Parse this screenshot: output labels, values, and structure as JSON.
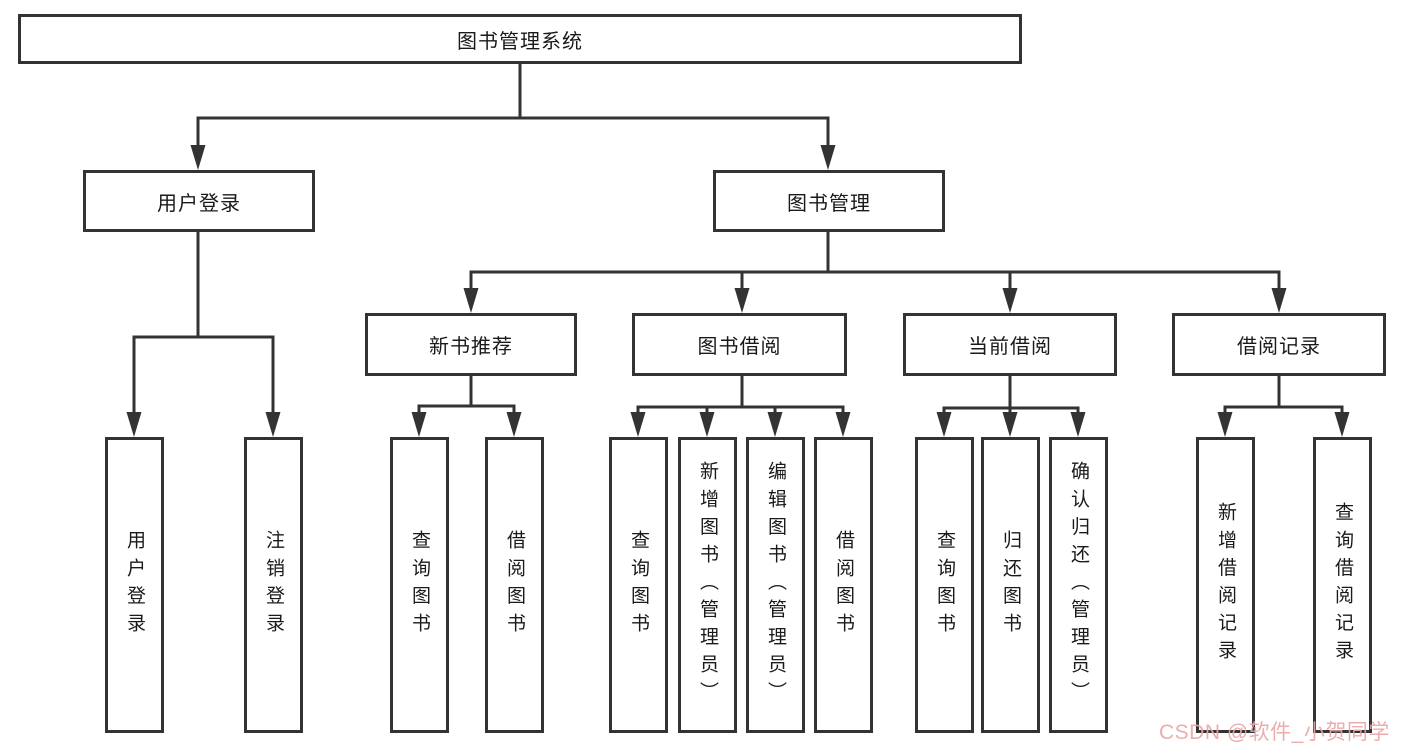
{
  "diagram": {
    "title": "图书管理系统",
    "nodes": {
      "root": "图书管理系统",
      "user_login": "用户登录",
      "book_mgmt": "图书管理",
      "new_book_rec": "新书推荐",
      "book_borrow": "图书借阅",
      "current_borrow": "当前借阅",
      "borrow_records": "借阅记录",
      "leaf_user_login": "用户登录",
      "leaf_logout": "注销登录",
      "leaf_nb_query": "查询图书",
      "leaf_nb_borrow": "借阅图书",
      "leaf_bb_query": "查询图书",
      "leaf_bb_add": "新增图书（管理员）",
      "leaf_bb_edit": "编辑图书（管理员）",
      "leaf_bb_borrow": "借阅图书",
      "leaf_cb_query": "查询图书",
      "leaf_cb_return": "归还图书",
      "leaf_cb_confirm": "确认归还（管理员）",
      "leaf_br_add": "新增借阅记录",
      "leaf_br_query": "查询借阅记录"
    },
    "colors": {
      "line": "#333333",
      "text": "#1a1a1a",
      "watermark": "#e9a6a6",
      "background": "#ffffff"
    }
  },
  "watermark": {
    "text": "CSDN @软件_小贺同学"
  }
}
